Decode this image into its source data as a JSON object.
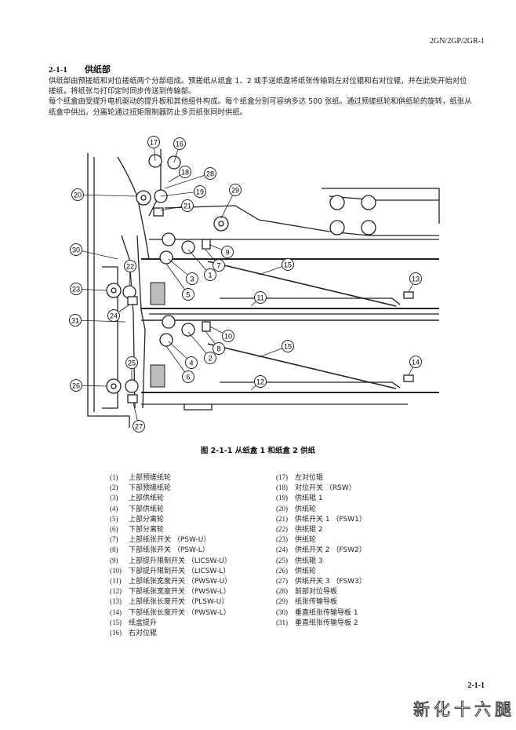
{
  "header": {
    "model": "2GN/2GP/2GR-1"
  },
  "section": {
    "number": "2-1-1",
    "title": "供纸部"
  },
  "body": {
    "p1": "供纸部由预搓纸和对位搓纸两个分部组成。预搓纸从纸盒 1、2 或手送纸盘将纸张传输到左对位辊和右对位辊，并在此处开始对位搓纸，将纸张与打印定时同步传送到传输部。",
    "p2": "每个纸盒由受提升电机驱动的提升板和其他组件构成。每个纸盒分别可容纳多达 500 张纸。通过预搓纸轮和供纸轮的旋转，纸张从纸盒中供出。分离轮通过扭矩限制器防止多页纸张同时供纸。"
  },
  "diagram": {
    "callouts": [
      "17",
      "16",
      "18",
      "28",
      "20",
      "19",
      "21",
      "29",
      "30",
      "9",
      "7",
      "1",
      "3",
      "15",
      "13",
      "22",
      "5",
      "23",
      "11",
      "24",
      "31",
      "10",
      "8",
      "2",
      "4",
      "15",
      "14",
      "6",
      "25",
      "12",
      "26",
      "27"
    ]
  },
  "caption": "图 2-1-1 从纸盒 1 和纸盒 2 供纸",
  "legend_left": [
    {
      "n": "(1)",
      "t": "上部预搓纸轮"
    },
    {
      "n": "(2)",
      "t": "下部预搓纸轮"
    },
    {
      "n": "(3)",
      "t": "上部供纸轮"
    },
    {
      "n": "(4)",
      "t": "下部供纸轮"
    },
    {
      "n": "(5)",
      "t": "上部分离轮"
    },
    {
      "n": "(6)",
      "t": "下部分离轮"
    },
    {
      "n": "(7)",
      "t": "上部纸张开关 （PSW-U）"
    },
    {
      "n": "(8)",
      "t": "下部纸张开关 （PSW-L）"
    },
    {
      "n": "(9)",
      "t": "上部提升限制开关 （LICSW-U）"
    },
    {
      "n": "(10)",
      "t": "下部提升限制开关 （LICSW-L）"
    },
    {
      "n": "(11)",
      "t": "上部纸张宽度开关 （PWSW-U）"
    },
    {
      "n": "(12)",
      "t": "下部纸张宽度开关 （PWSW-L）"
    },
    {
      "n": "(13)",
      "t": "上部纸张长度开关 （PLSW-U）"
    },
    {
      "n": "(14)",
      "t": "下部纸张长度开关 （PWSW-L）"
    },
    {
      "n": "(15)",
      "t": "纸盒提升"
    },
    {
      "n": "(16)",
      "t": "右对位辊"
    }
  ],
  "legend_right": [
    {
      "n": "(17)",
      "t": "左对位辊"
    },
    {
      "n": "(18)",
      "t": "对位开关 （RSW）"
    },
    {
      "n": "(19)",
      "t": "供纸辊 1"
    },
    {
      "n": "(20)",
      "t": "供纸轮"
    },
    {
      "n": "(21)",
      "t": "供纸开关 1 （FSW1）"
    },
    {
      "n": "(22)",
      "t": "供纸辊 2"
    },
    {
      "n": "(23)",
      "t": "供纸轮"
    },
    {
      "n": "(24)",
      "t": "供纸开关 2 （FSW2）"
    },
    {
      "n": "(25)",
      "t": "供纸辊 3"
    },
    {
      "n": "(26)",
      "t": "供纸轮"
    },
    {
      "n": "(27)",
      "t": "供纸开关 3 （FSW3）"
    },
    {
      "n": "(28)",
      "t": "前部对位导板"
    },
    {
      "n": "(29)",
      "t": "纸张传输导板"
    },
    {
      "n": "(30)",
      "t": "垂直纸张传输导板 1"
    },
    {
      "n": "(31)",
      "t": "垂直纸张传输导板 2"
    }
  ],
  "footer": {
    "page": "2-1-1"
  },
  "watermark": "新化十六腿"
}
